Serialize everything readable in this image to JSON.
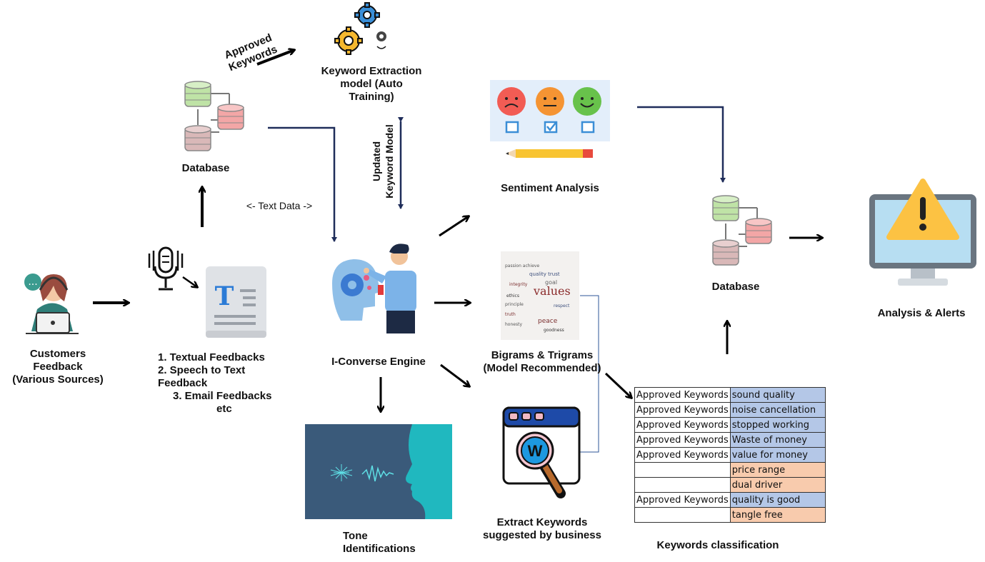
{
  "labels": {
    "customers": [
      "Customers",
      "Feedback",
      "(Various Sources)"
    ],
    "feedback_types": [
      "1. Textual Feedbacks",
      "2. Speech to Text",
      "Feedback",
      "3. Email Feedbacks",
      "etc"
    ],
    "database_left": "Database",
    "approved_keywords_arrow": [
      "Approved",
      "Keywords"
    ],
    "keyword_model": [
      "Keyword Extraction",
      "model (Auto",
      "Training)"
    ],
    "updated_model": [
      "Updated",
      "Keyword Model"
    ],
    "text_data": "<- Text Data ->",
    "engine": "I-Converse Engine",
    "tone": [
      "Tone",
      "Identifications"
    ],
    "sentiment": "Sentiment Analysis",
    "bigrams": [
      "Bigrams & Trigrams",
      "(Model Recommended)"
    ],
    "extract": [
      "Extract  Keywords",
      "suggested by business"
    ],
    "database_right": "Database",
    "alerts": "Analysis & Alerts",
    "classification": "Keywords classification"
  },
  "keyword_table": [
    {
      "status": "Approved Keywords",
      "keyword": "sound quality",
      "color": "#b4c7e7"
    },
    {
      "status": "Approved Keywords",
      "keyword": "noise cancellation",
      "color": "#b4c7e7"
    },
    {
      "status": "Approved Keywords",
      "keyword": "stopped working",
      "color": "#b4c7e7"
    },
    {
      "status": "Approved Keywords",
      "keyword": "Waste of money",
      "color": "#b4c7e7"
    },
    {
      "status": "Approved Keywords",
      "keyword": "value for money",
      "color": "#b4c7e7"
    },
    {
      "status": "",
      "keyword": "price range",
      "color": "#f8cbad"
    },
    {
      "status": "",
      "keyword": "dual driver",
      "color": "#f8cbad"
    },
    {
      "status": "Approved Keywords",
      "keyword": "quality is good",
      "color": "#b4c7e7"
    },
    {
      "status": "",
      "keyword": "tangle free",
      "color": "#f8cbad"
    }
  ],
  "wordcloud_text": "values",
  "icons": [
    "customer-support-icon",
    "microphone-icon",
    "text-document-icon",
    "database-icon",
    "gears-icon",
    "sentiment-faces-icon",
    "ai-engine-icon",
    "word-cloud-icon",
    "keyword-search-icon",
    "tone-voice-icon",
    "alert-monitor-icon"
  ]
}
